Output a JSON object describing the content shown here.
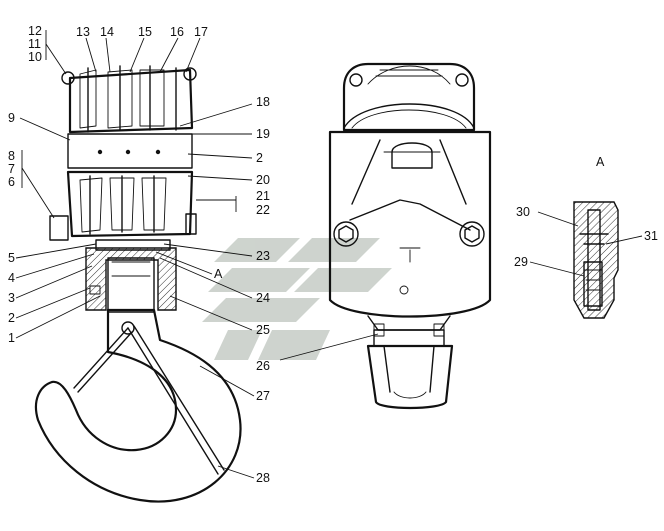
{
  "labels_left": [
    "12",
    "11",
    "10",
    "13",
    "14",
    "15",
    "16",
    "17",
    "9",
    "18",
    "19",
    "8",
    "7",
    "6",
    "2",
    "20",
    "21",
    "22",
    "5",
    "4",
    "3",
    "2",
    "1",
    "23",
    "A",
    "24",
    "25",
    "26",
    "27",
    "28"
  ],
  "detail": {
    "title": "A",
    "labels": [
      "30",
      "31",
      "29"
    ]
  },
  "watermark_colors": {
    "light": "#c9cfc9",
    "mid": "#aeb6ae"
  }
}
